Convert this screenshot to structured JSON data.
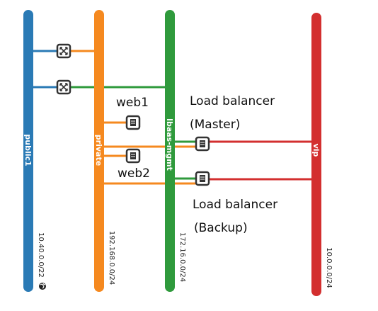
{
  "networks": [
    {
      "name": "public1",
      "cidr": "10.40.0.0/22",
      "color": "#2a7ab5",
      "external_icon": "globe-icon"
    },
    {
      "name": "private",
      "cidr": "192.168.0.0/24",
      "color": "#f5891f"
    },
    {
      "name": "lbaas-mgmt",
      "cidr": "172.16.0.0/24",
      "color": "#2f9a3c"
    },
    {
      "name": "vip",
      "cidr": "10.0.0.0/24",
      "color": "#d32f2f"
    }
  ],
  "annotations": {
    "web1": "web1",
    "web2": "web2",
    "lb_master_line1": "Load balancer",
    "lb_master_line2": "(Master)",
    "lb_backup_line1": "Load balancer",
    "lb_backup_line2": "(Backup)"
  },
  "icons": {
    "router": "router-icon",
    "server": "server-icon",
    "globe": "globe-icon"
  }
}
